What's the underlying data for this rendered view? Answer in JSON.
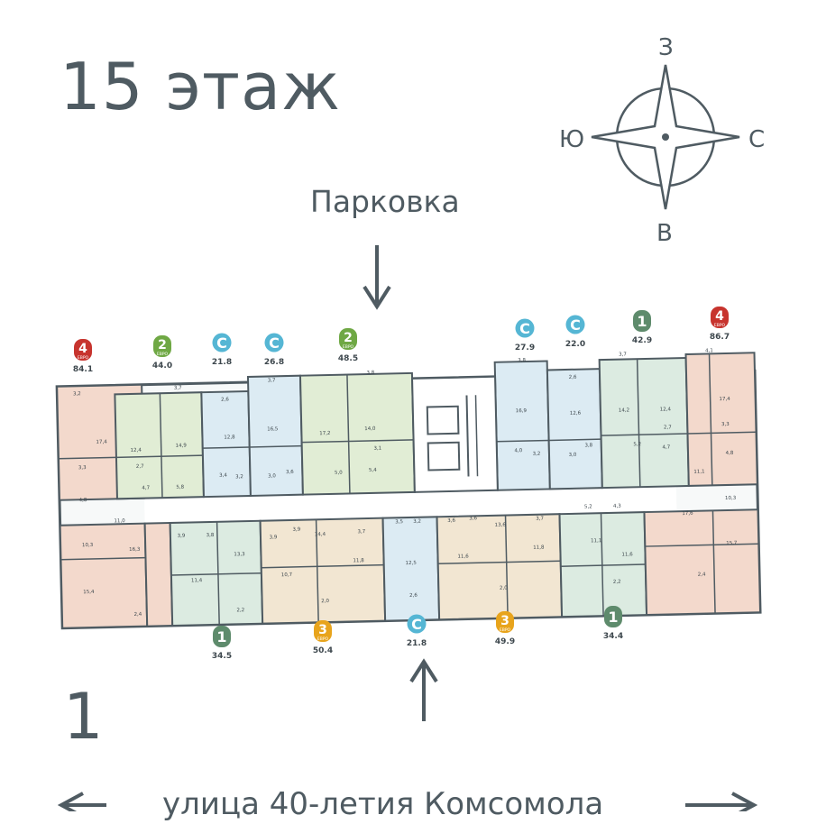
{
  "floor": {
    "title": "15 этаж"
  },
  "parking_label": "Парковка",
  "section_number": "1",
  "street_label": "улица 40-летия Комсомола",
  "compass": {
    "north": "З",
    "south": "В",
    "west": "Ю",
    "east": "С"
  },
  "colors": {
    "studio": "#55b6d4",
    "one_room": "#5e8b6c",
    "two_euro": "#6fa844",
    "three_euro": "#e8a41c",
    "four_euro": "#c7342e",
    "studio_fill": "#dcebf3",
    "one_room_fill": "#dcebe1",
    "two_fill": "#e1edd5",
    "three_fill": "#f2e6d2",
    "four_fill": "#f3d9cc",
    "wall": "#4f5b62"
  },
  "apartments_top": [
    {
      "kind": "four_euro",
      "rooms": "4",
      "sub": "ЕВРО",
      "area": "84.1"
    },
    {
      "kind": "two_euro",
      "rooms": "2",
      "sub": "ЕВРО",
      "area": "44.0"
    },
    {
      "kind": "studio",
      "rooms": "С",
      "sub": "",
      "area": "21.8"
    },
    {
      "kind": "studio",
      "rooms": "С",
      "sub": "",
      "area": "26.8"
    },
    {
      "kind": "two_euro",
      "rooms": "2",
      "sub": "ЕВРО",
      "area": "48.5"
    },
    {
      "kind": "studio",
      "rooms": "С",
      "sub": "",
      "area": "27.9"
    },
    {
      "kind": "studio",
      "rooms": "С",
      "sub": "",
      "area": "22.0"
    },
    {
      "kind": "one_room",
      "rooms": "1",
      "sub": "",
      "area": "42.9"
    },
    {
      "kind": "four_euro",
      "rooms": "4",
      "sub": "ЕВРО",
      "area": "86.7"
    }
  ],
  "apartments_bottom": [
    {
      "kind": "one_room",
      "rooms": "1",
      "sub": "",
      "area": "34.5"
    },
    {
      "kind": "three_euro",
      "rooms": "3",
      "sub": "ЕВРО",
      "area": "50.4"
    },
    {
      "kind": "studio",
      "rooms": "С",
      "sub": "",
      "area": "21.8"
    },
    {
      "kind": "three_euro",
      "rooms": "3",
      "sub": "ЕВРО",
      "area": "49.9"
    },
    {
      "kind": "one_room",
      "rooms": "1",
      "sub": "",
      "area": "34.4"
    }
  ],
  "room_areas": [
    "3,2",
    "17,4",
    "3,3",
    "4,8",
    "10,3",
    "15,4",
    "11,0",
    "16,3",
    "2,4",
    "3,7",
    "12,4",
    "14,9",
    "2,7",
    "4,7",
    "5,8",
    "2,6",
    "12,8",
    "3,4",
    "3,2",
    "3,7",
    "16,5",
    "3,0",
    "3,6",
    "3,8",
    "17,2",
    "14,0",
    "3,1",
    "5,0",
    "5,4",
    "3,8",
    "16,9",
    "4,0",
    "3,2",
    "2,6",
    "12,6",
    "3,0",
    "3,8",
    "3,7",
    "14,2",
    "12,4",
    "2,7",
    "5,2",
    "4,7",
    "4,1",
    "17,4",
    "3,3",
    "4,8",
    "11,1",
    "10,3",
    "17,6",
    "15,7",
    "2,4",
    "3,9",
    "3,8",
    "11,4",
    "13,3",
    "2,2",
    "3,9",
    "3,9",
    "14,4",
    "3,7",
    "10,7",
    "11,8",
    "2,0",
    "3,5",
    "3,2",
    "12,5",
    "2,6",
    "3,6",
    "3,6",
    "13,6",
    "3,7",
    "11,6",
    "11,8",
    "2,0",
    "5,2",
    "4,3",
    "11,1",
    "11,6",
    "2,2"
  ]
}
